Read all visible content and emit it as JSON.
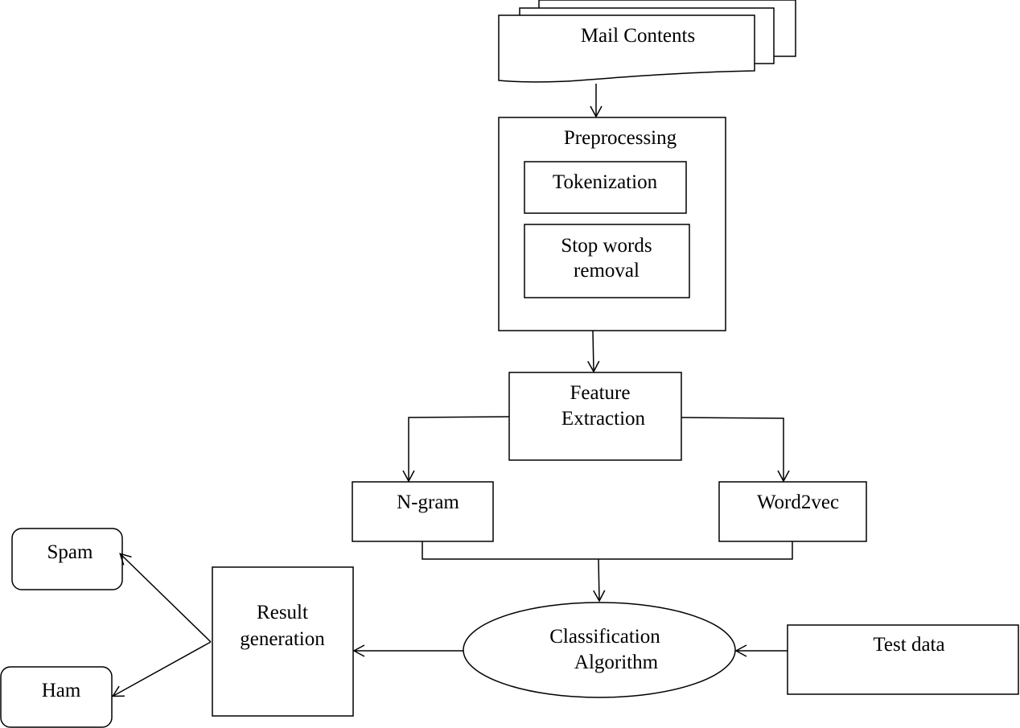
{
  "nodes": {
    "mail_contents": "Mail  Contents",
    "preprocessing": "Preprocessing",
    "tokenization": "Tokenization",
    "stop_words": [
      "Stop words",
      "removal"
    ],
    "feature_extraction": [
      "Feature",
      "Extraction"
    ],
    "ngram": "N-gram",
    "word2vec": "Word2vec",
    "classification": [
      "Classification",
      "Algorithm"
    ],
    "test_data": "Test data",
    "result_generation": [
      "Result",
      "generation"
    ],
    "spam": "Spam",
    "ham": "Ham"
  }
}
